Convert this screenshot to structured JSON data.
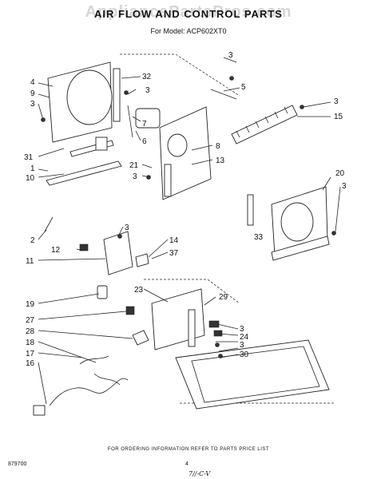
{
  "watermark": "AppliancePartsPros.com",
  "title": "AIR FLOW AND CONTROL PARTS",
  "model_line": "For Model: ACP602XT0",
  "order_note": "FOR ORDERING INFORMATION REFER TO PARTS PRICE LIST",
  "doc_number": "879700",
  "page_number": "4",
  "handwriting": "7//-C-V",
  "callouts": {
    "c3a": "3",
    "c5": "5",
    "c3b": "3",
    "c15": "15",
    "c4": "4",
    "c9": "9",
    "c3c": "3",
    "c32": "32",
    "c3d": "3",
    "c7": "7",
    "c6": "6",
    "c8": "8",
    "c13": "13",
    "c31": "31",
    "c1": "1",
    "c10": "10",
    "c21": "21",
    "c3e": "3",
    "c20": "20",
    "c3f": "3",
    "c2": "2",
    "c3g": "3",
    "c33": "33",
    "c12": "12",
    "c14": "14",
    "c37": "37",
    "c11": "11",
    "c23": "23",
    "c29": "29",
    "c19": "19",
    "c27": "27",
    "c3h": "3",
    "c28": "28",
    "c24": "24",
    "c3i": "3",
    "c18": "18",
    "c30": "30",
    "c17": "17",
    "c16": "16"
  }
}
